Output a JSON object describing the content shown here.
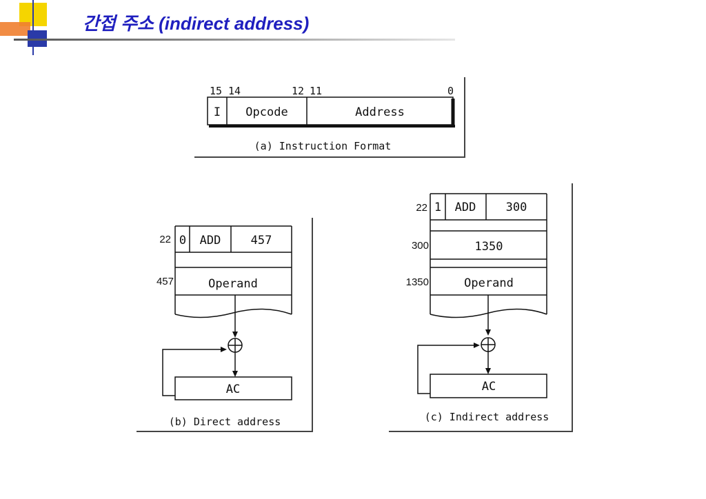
{
  "slide": {
    "title": "간접 주소 (indirect address)"
  },
  "figure_a": {
    "bit_labels": [
      "15",
      "14",
      "12",
      "11",
      "0"
    ],
    "fields": [
      "I",
      "Opcode",
      "Address"
    ],
    "caption": "(a) Instruction Format"
  },
  "figure_b": {
    "instruction": {
      "address": "22",
      "i_bit": "0",
      "opcode": "ADD",
      "operand_address": "457"
    },
    "operand_row": {
      "address": "457",
      "content": "Operand"
    },
    "register": "AC",
    "caption": "(b) Direct address"
  },
  "figure_c": {
    "instruction": {
      "address": "22",
      "i_bit": "1",
      "opcode": "ADD",
      "operand_address": "300"
    },
    "pointer_row": {
      "address": "300",
      "content": "1350"
    },
    "operand_row": {
      "address": "1350",
      "content": "Operand"
    },
    "register": "AC",
    "caption": "(c) Indirect address"
  },
  "colors": {
    "title": "#1f1fbf",
    "deco_yellow": "#f5d500",
    "deco_orange": "#f08030",
    "deco_blue": "#2a3aa8"
  }
}
